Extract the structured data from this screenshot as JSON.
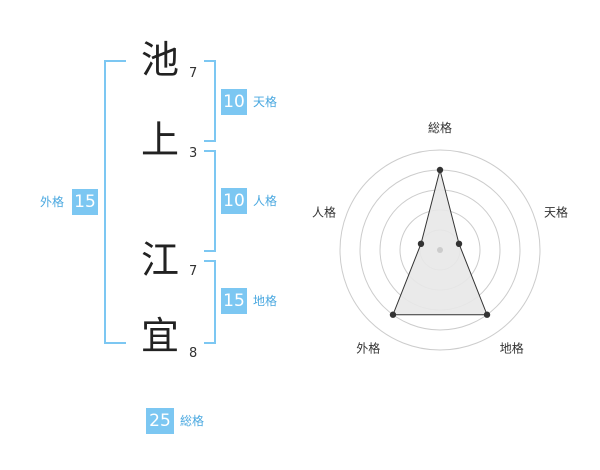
{
  "name_chars": [
    {
      "char": "池",
      "strokes": "7"
    },
    {
      "char": "上",
      "strokes": "3"
    },
    {
      "char": "江",
      "strokes": "7"
    },
    {
      "char": "宜",
      "strokes": "8"
    }
  ],
  "fortune": {
    "tenkaku": {
      "value": "10",
      "label": "天格"
    },
    "jinkaku": {
      "value": "10",
      "label": "人格"
    },
    "chikaku": {
      "value": "15",
      "label": "地格"
    },
    "gaikaku": {
      "value": "15",
      "label": "外格"
    },
    "soukaku": {
      "value": "25",
      "label": "総格"
    }
  },
  "colors": {
    "accent": "#7cc7f2",
    "accent_text": "#4aa8e0",
    "radar_fill": "#e8e8e8"
  },
  "chart_data": {
    "type": "radar",
    "axes": [
      "総格",
      "天格",
      "地格",
      "外格",
      "人格"
    ],
    "values": [
      4,
      1,
      4,
      4,
      1
    ],
    "max": 5,
    "rings": 5
  }
}
